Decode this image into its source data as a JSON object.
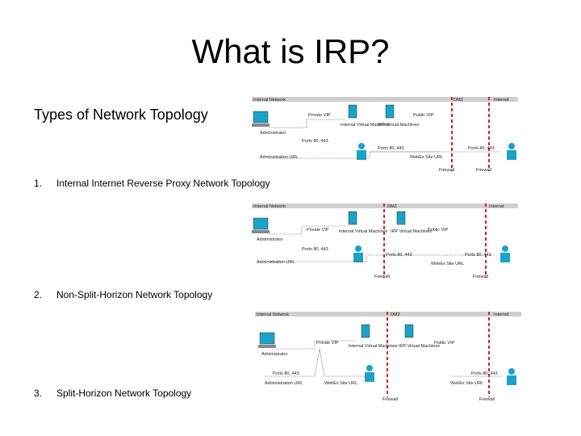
{
  "slide": {
    "title": "What is IRP?",
    "subtitle": "Types of Network Topology",
    "items": [
      {
        "number": "1.",
        "label": "Internal Internet Reverse Proxy Network Topology"
      },
      {
        "number": "2.",
        "label": "Non-Split-Horizon Network Topology"
      },
      {
        "number": "3.",
        "label": "Split-Horizon Network Topology"
      }
    ]
  },
  "diagrams": [
    {
      "zones": [
        "Internal Network",
        "DMZ",
        "Internet"
      ],
      "labels": [
        "Administrator",
        "Private VIP",
        "Internal Virtual Machines",
        "IRP Virtual Machines",
        "Public VIP",
        "Ports 80, 443",
        "Ports 80, 443",
        "Ports 80, 443",
        "Administration URL",
        "WebEx Site URL",
        "Firewall",
        "Firewall"
      ]
    },
    {
      "zones": [
        "Internal Network",
        "DMZ",
        "Internet"
      ],
      "labels": [
        "Administrator",
        "Private VIP",
        "Internal Virtual Machines",
        "IRP Virtual Machines",
        "Public VIP",
        "Ports 80, 443",
        "Ports 80, 443",
        "Ports 80, 443",
        "Administration URL",
        "WebEx Site URL",
        "Firewall",
        "Firewall"
      ]
    },
    {
      "zones": [
        "Internal Network",
        "DMZ",
        "Internet"
      ],
      "labels": [
        "Administrator",
        "Private VIP",
        "Internal Virtual Machines",
        "IRP Virtual Machines",
        "Public VIP",
        "Ports 80, 443",
        "Ports 80, 443",
        "Administration URL",
        "WebEx Site URL",
        "WebEx Site URL",
        "Firewall",
        "Firewall"
      ]
    }
  ]
}
